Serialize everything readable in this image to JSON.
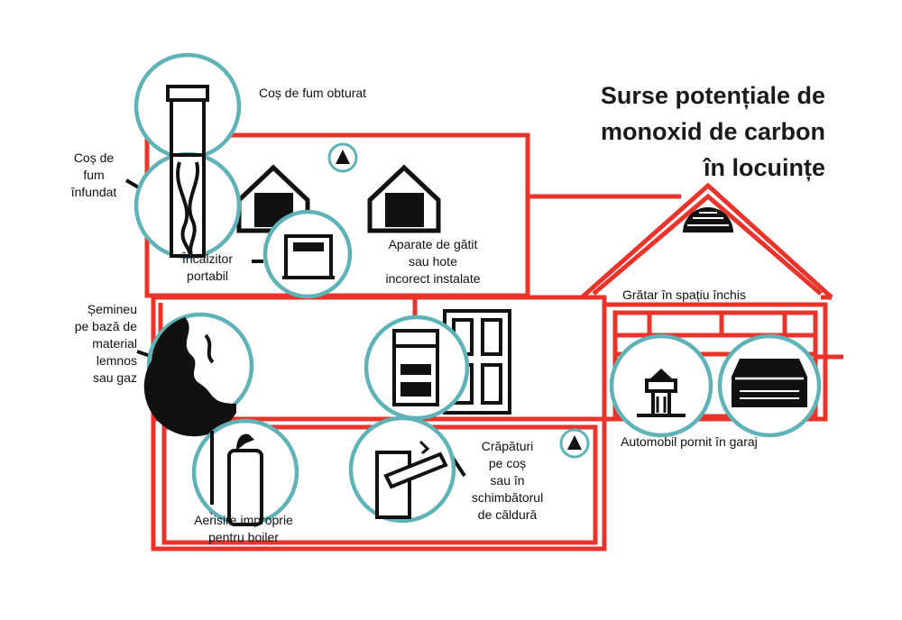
{
  "title_lines": [
    "Surse potențiale de",
    "monoxid de carbon",
    "în locuințe"
  ],
  "colors": {
    "house": "#e8342b",
    "circle": "#5fb3b7",
    "ink": "#111111"
  },
  "labels": {
    "chimney_blocked": "Coș de fum obturat",
    "chimney_clogged": [
      "Coș de",
      "fum",
      "înfundat"
    ],
    "portable_heater": [
      "Încălzitor",
      "portabil"
    ],
    "cooking_appliances": [
      "Aparate de gătit",
      "sau hote",
      "incorect instalate"
    ],
    "fireplace": [
      "Șemineu",
      "pe bază de",
      "material",
      "lemnos",
      "sau gaz"
    ],
    "indoor_grill": "Grătar în spațiu închis",
    "car_running": "Automobil pornit în garaj",
    "cracks": [
      "Crăpături",
      "pe coș",
      "sau în",
      "schimbătorul",
      "de căldură"
    ],
    "boiler_vent": [
      "Aerisire improprie",
      "pentru boiler"
    ]
  },
  "icons": [
    "chimney-icon",
    "clogged-chimney-icon",
    "space-heater-icon",
    "stove-icon",
    "fireplace-icon",
    "gas-dryer-icon",
    "grill-icon",
    "car-icon",
    "water-heater-icon",
    "furnace-crack-icon",
    "warning-triangle-icon",
    "door-icon",
    "window-icon"
  ]
}
